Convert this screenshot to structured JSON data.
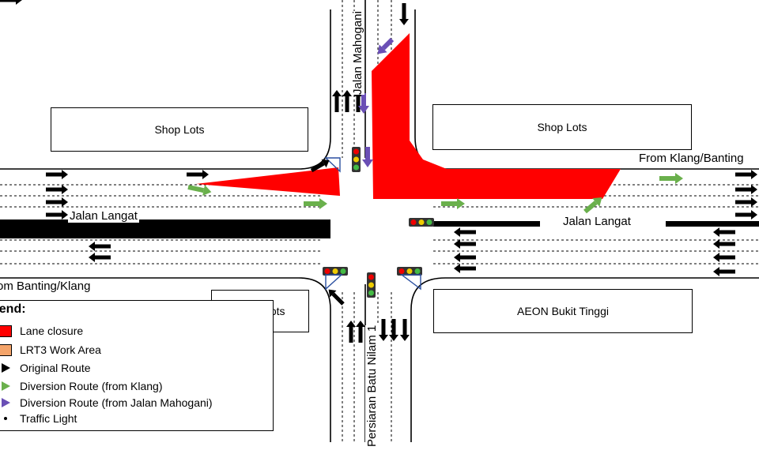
{
  "buildings": {
    "top_left": "Shop Lots",
    "top_right": "Shop Lots",
    "bottom_left": "Shop Lots",
    "bottom_right": "AEON Bukit Tinggi"
  },
  "road_labels": {
    "north": "Jalan Mahogani",
    "west_main": "Jalan Langat",
    "east_main": "Jalan Langat",
    "south": "Persiaran Batu Nilam 1",
    "from_east": "From Klang/Banting",
    "from_west": "om Banting/Klang"
  },
  "legend": {
    "title": "gend:",
    "items": [
      {
        "label": "Lane closure",
        "color": "#ff0000",
        "icon": "red-swatch"
      },
      {
        "label": "LRT3 Work Area",
        "color": "#f4a46a",
        "icon": "orange-swatch"
      },
      {
        "label": "Original Route",
        "color": "#000000",
        "icon": "black-arrow-icon"
      },
      {
        "label": "Diversion Route (from Klang)",
        "color": "#6ab04c",
        "icon": "green-arrow-icon"
      },
      {
        "label": "Diversion Route (from Jalan Mahogani)",
        "color": "#6a4fb5",
        "icon": "purple-arrow-icon"
      },
      {
        "label": "Traffic Light",
        "icon": "traffic-light-icon"
      }
    ]
  },
  "colors": {
    "closure": "#ff0000",
    "green_route": "#6ab04c",
    "purple_route": "#6a4fb5",
    "original_route": "#000000"
  }
}
